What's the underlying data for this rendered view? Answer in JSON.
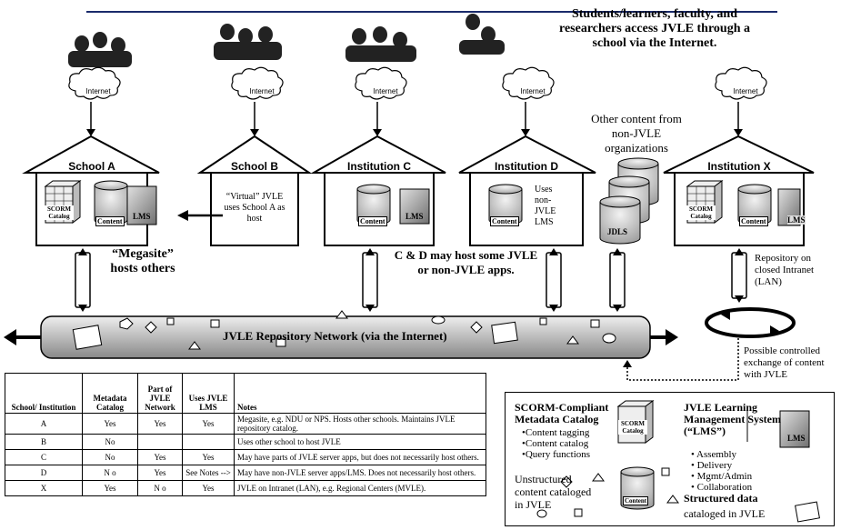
{
  "heading": "Students/learners, faculty, and researchers access JVLE through a school via the Internet.",
  "clouds": [
    "Internet",
    "Internet",
    "Internet",
    "Internet",
    "Internet"
  ],
  "houses": {
    "a": "School A",
    "b": "School B",
    "c": "Institution C",
    "d": "Institution D",
    "x": "Institution X"
  },
  "icons": {
    "scorm_line1": "SCORM",
    "scorm_line2": "Catalog",
    "content": "Content",
    "lms": "LMS",
    "jdls": "JDLS"
  },
  "notes": {
    "school_b": "“Virtual” JVLE uses School A as host",
    "inst_d": "Uses non-JVLE LMS",
    "other_content": "Other content from non-JVLE organizations",
    "megasite": "“Megasite” hosts others",
    "cd_host": "C & D may host some JVLE or non-JVLE apps.",
    "repository": "Repository on closed Intranet (LAN)",
    "exchange": "Possible controlled exchange of content with JVLE"
  },
  "network_label": "JVLE Repository Network (via the Internet)",
  "table": {
    "headers": [
      "School/ Institution",
      "Metadata Catalog",
      "Part of JVLE Network",
      "Uses JVLE LMS",
      "Notes"
    ],
    "rows": [
      [
        "A",
        "Yes",
        "Yes",
        "Yes",
        "Megasite, e.g. NDU or NPS. Hosts other schools. Maintains JVLE repository catalog."
      ],
      [
        "B",
        "No",
        "",
        "",
        "Uses other school to host JVLE"
      ],
      [
        "C",
        "No",
        "Yes",
        "Yes",
        "May have parts of JVLE server apps, but does not necessarily host others."
      ],
      [
        "D",
        "N o",
        "Yes",
        "See Notes -->",
        "May have non-JVLE server apps/LMS. Does not necessarily host others."
      ],
      [
        "X",
        "Yes",
        "N o",
        "Yes",
        "JVLE on Intranet (LAN), e.g. Regional Centers (MVLE)."
      ]
    ]
  },
  "legend": {
    "scorm_title": "SCORM-Compliant Metadata Catalog",
    "scorm_items": [
      "•Content tagging",
      "•Content catalog",
      "•Query functions"
    ],
    "lms_title": "JVLE Learning Management System (“LMS”)",
    "lms_items": [
      "• Assembly",
      "• Delivery",
      "• Mgmt/Admin",
      "• Collaboration"
    ],
    "unstructured": "Unstructured content cataloged in JVLE",
    "structured_title": "Structured data",
    "structured_sub": "cataloged in JVLE"
  },
  "colors": {
    "title_rule": "#1a2b6b",
    "pipe": "#c8c8c8",
    "lms": "#8c8c8c"
  }
}
